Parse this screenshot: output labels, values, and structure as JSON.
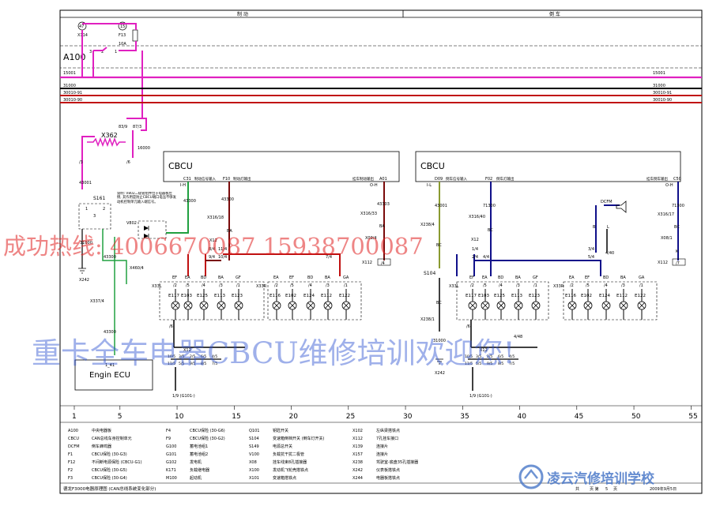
{
  "sections": {
    "brake": "制 动",
    "reverse": "倒 车"
  },
  "modules": {
    "a100": "A100",
    "cbcu_left": "CBCU",
    "cbcu_right": "CBCU",
    "engine_ecu": "Engin ECU"
  },
  "top": {
    "fuse_node": "47",
    "fuse_conn": "X114",
    "fuse_node2": "15",
    "fuse_id": "F13",
    "fuse_rating": "10A",
    "relay_pins": [
      "3",
      "2",
      "1"
    ],
    "bus_15001": "15001",
    "bus_31000": "31000",
    "bus_30010_91": "30010-91",
    "bus_30010_90": "30010-90"
  },
  "x362": {
    "id": "X362",
    "pins_left": "83/9",
    "pins_right": "87/3",
    "wire": "16000",
    "p3": "/3",
    "p6": "/6"
  },
  "left": {
    "w43001": "43001",
    "s161": "S161",
    "note": "说明: V802二极管组件位于电器板左侧, 其作用是防止CBCU端口电压不够发动机控制单元输入端信号。",
    "v802": "V802",
    "w31000": "31000",
    "x242": "X242",
    "w43300a": "43300",
    "w43300b": "43300",
    "x460": "X460/4",
    "x337": "X337/4",
    "w43300c": "43300",
    "ecu_pin": "1_41",
    "c31": "C31",
    "c31_desc": "制动信号输入",
    "c31_io": "I-H",
    "f10": "F10",
    "f10_desc": "制动灯输出",
    "a01": "A01",
    "a01_desc": "挂车制动输出",
    "a01_io": "O-H",
    "w43300d": "43300",
    "x316_18": "X316/18",
    "ba": "BA",
    "x12": "X12",
    "p8_4": "8/4",
    "p9_4": "9/4",
    "p11_4": "11/4",
    "p10_4": "10/4",
    "p7_4": "7/4",
    "w43303": "43303",
    "x316_33": "X316/33",
    "ba2": "BA",
    "x09_4": "X09/4",
    "x112": "X112",
    "p4": "/4",
    "x33l": "X33L",
    "x33r": "X33R",
    "lamps_l_codes": [
      "EF",
      "EA",
      "BD",
      "BA",
      "GF"
    ],
    "lamps_l_pins": [
      "/2",
      "/5",
      "/4",
      "/3",
      "/1"
    ],
    "lamps_l": [
      "E117",
      "E103",
      "E125",
      "E113",
      "E123"
    ],
    "lamps_r_codes": [
      "EA",
      "EF",
      "BD",
      "BA",
      "GA"
    ],
    "lamps_r_pins": [
      "/2",
      "/5",
      "/4",
      "/3",
      "/1"
    ],
    "lamps_r": [
      "E116",
      "E102",
      "E124",
      "E112",
      "E122"
    ],
    "p6": "/6",
    "x12b": "X12",
    "gnd_pins": [
      "10/5",
      "3/5",
      "2/5",
      "6/5",
      "4/5"
    ],
    "gnd_pins2": [
      "11/5",
      "5/5",
      "9/5",
      "8/5",
      "7/5"
    ],
    "g101": "1/9 (G101-)"
  },
  "right": {
    "d09": "D09",
    "d09_desc": "倒车信号输入",
    "d09_io": "I-L",
    "f02": "F02",
    "f02_desc": "倒车灯输出",
    "c50": "C50",
    "c50_desc": "挂车倒车输出",
    "c50_io": "O-H",
    "w43001": "43001",
    "x238_4": "X238/4",
    "bc": "BC",
    "s104": "S104",
    "x238_1": "X238/1",
    "bc2": "BC",
    "w31000": "31000",
    "x242": "X242",
    "w71300": "71300",
    "x316_40": "X316/40",
    "bc3": "BC",
    "x12": "X12",
    "p1_4": "1/4",
    "p2_4": "2/4",
    "p4_4": "4/4",
    "dcfm": "DCFM",
    "b": "B",
    "l": "L",
    "p3_4": "3/4",
    "p5_4": "5/4",
    "p4_40": "4/40",
    "w71300b": "71300",
    "x316_17": "X316/17",
    "bc4": "BC",
    "x08_1": "X08/1",
    "k": "K",
    "x112": "X112",
    "p7": "/7",
    "x33l": "X33L",
    "x33r": "X33R",
    "lamps_l_codes": [
      "EF",
      "EA",
      "BD",
      "BA",
      "GF"
    ],
    "lamps_l_pins": [
      "/2",
      "/5",
      "/4",
      "/3",
      "/1"
    ],
    "lamps_l": [
      "E117",
      "E103",
      "E125",
      "E113",
      "E123"
    ],
    "lamps_r_codes": [
      "EA",
      "EF",
      "BD",
      "BA",
      "GA"
    ],
    "lamps_r_pins": [
      "/2",
      "/5",
      "/4",
      "/3",
      "/1"
    ],
    "lamps_r": [
      "E116",
      "E102",
      "E124",
      "E112",
      "E122"
    ],
    "p6": "/6",
    "x12b": "X12",
    "p4_48": "4/48",
    "gnd_pins": [
      "10/5",
      "3/5",
      "2/5",
      "6/5",
      "4/5"
    ],
    "gnd_pins2": [
      "11/5",
      "5/5",
      "9/5",
      "8/5",
      "7/5"
    ],
    "g101": "1/9 (G101-)"
  },
  "scale": [
    "1",
    "5",
    "10",
    "15",
    "20",
    "25",
    "30",
    "35",
    "40",
    "45",
    "50",
    "55"
  ],
  "legend": {
    "col1": [
      [
        "A100",
        "中央电器板"
      ],
      [
        "CBCU",
        "CAN总线车身控制单元"
      ],
      [
        "DCFM",
        "倒车蜂鸣器"
      ],
      [
        "F1",
        "CBCU保险 (30-G3)"
      ],
      [
        "F12",
        "不间断电源保险 (CBCU-G1)"
      ],
      [
        "F2",
        "CBCU保险 (30-G5)"
      ],
      [
        "F3",
        "CBCU保险 (30-G4)"
      ]
    ],
    "col2": [
      [
        "F4",
        "CBCU保险 (30-G6)"
      ],
      [
        "F9",
        "CBCU保险 (30-G2)"
      ],
      [
        "G100",
        "蓄电池组1"
      ],
      [
        "G101",
        "蓄电池组2"
      ],
      [
        "G102",
        "发电机"
      ],
      [
        "K171",
        "负载继电器"
      ],
      [
        "M100",
        "起动机"
      ]
    ],
    "col3": [
      [
        "Q101",
        "钥匙开关"
      ],
      [
        "S104",
        "变速箱倒档开关 (倒车灯开关)"
      ],
      [
        "S149",
        "电源总开关"
      ],
      [
        "V100",
        "负载抗干扰二极管"
      ],
      [
        "X08",
        "挂车线束8孔插接器"
      ],
      [
        "X100",
        "发动机飞轮壳搭铁点"
      ],
      [
        "X101",
        "变速箱搭铁点"
      ]
    ],
    "col4": [
      [
        "X102",
        "左纵梁搭铁点"
      ],
      [
        "X112",
        "7孔挂车接口"
      ],
      [
        "X139",
        "连接片"
      ],
      [
        "X157",
        "连接片"
      ],
      [
        "X238",
        "驾驶室-底盘35孔插接器"
      ],
      [
        "X242",
        "仪表板搭铁点"
      ],
      [
        "X244",
        "电器板搭铁点"
      ]
    ]
  },
  "footer": {
    "title": "德龙F3000电器原理图 (CAN总线系统变化部分)",
    "sheet_label": "共",
    "sheet_label2": "页 第",
    "sheet_no": "5",
    "sheet_label3": "页",
    "date": "2009年9月5日"
  },
  "watermarks": {
    "hotline": "成功热线: 4006670087   15938700087",
    "banner": "重卡全车电器CBCU维修培训欢迎您!",
    "school": "凌云汽修培训学校"
  },
  "colors": {
    "magenta": "#e020c0",
    "red": "#c01010",
    "dark_red": "#7a0a0a",
    "blue": "#10108a",
    "green": "#20a040",
    "olive": "#8a9a30",
    "black": "#000000"
  }
}
